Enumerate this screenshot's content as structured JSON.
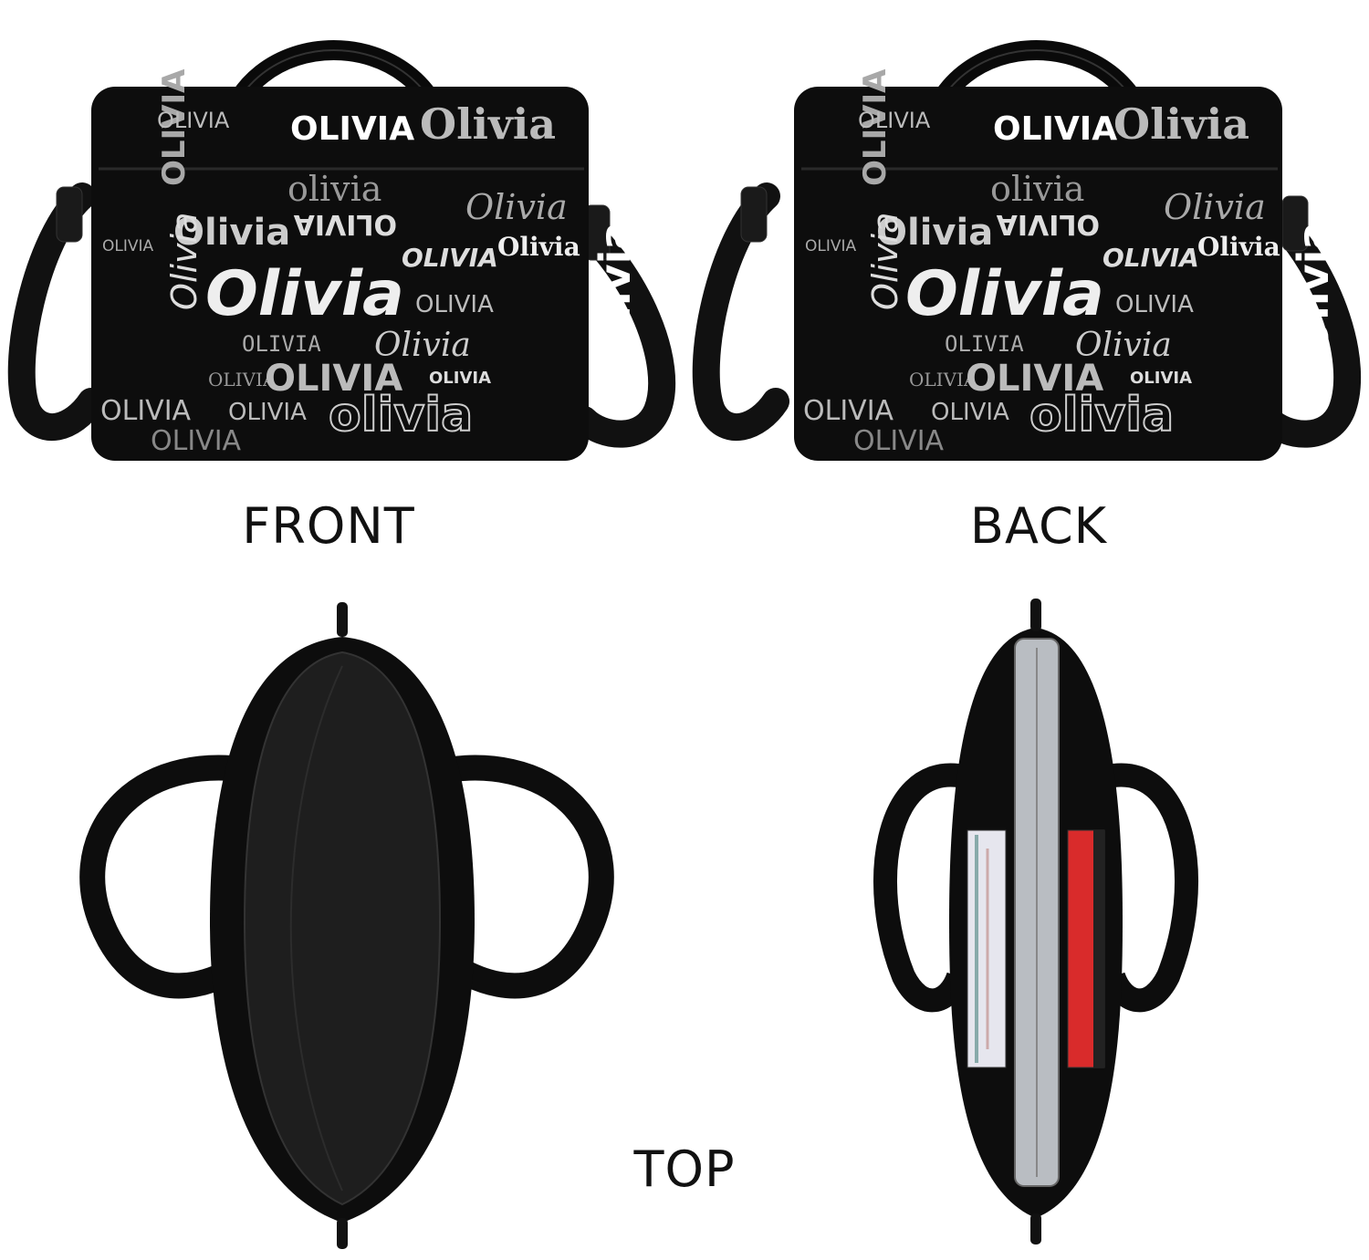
{
  "labels": {
    "front": "FRONT",
    "back": "BACK",
    "top": "TOP"
  },
  "pattern": {
    "name_variants": [
      "Olivia",
      "OLIVIA",
      "olivia"
    ]
  },
  "colors": {
    "bag": "#0d0d0d",
    "text_light": "#e8e8e8",
    "text_mid": "#a8a8a8",
    "text_dark": "#6e6e6e",
    "background": "#ffffff"
  }
}
